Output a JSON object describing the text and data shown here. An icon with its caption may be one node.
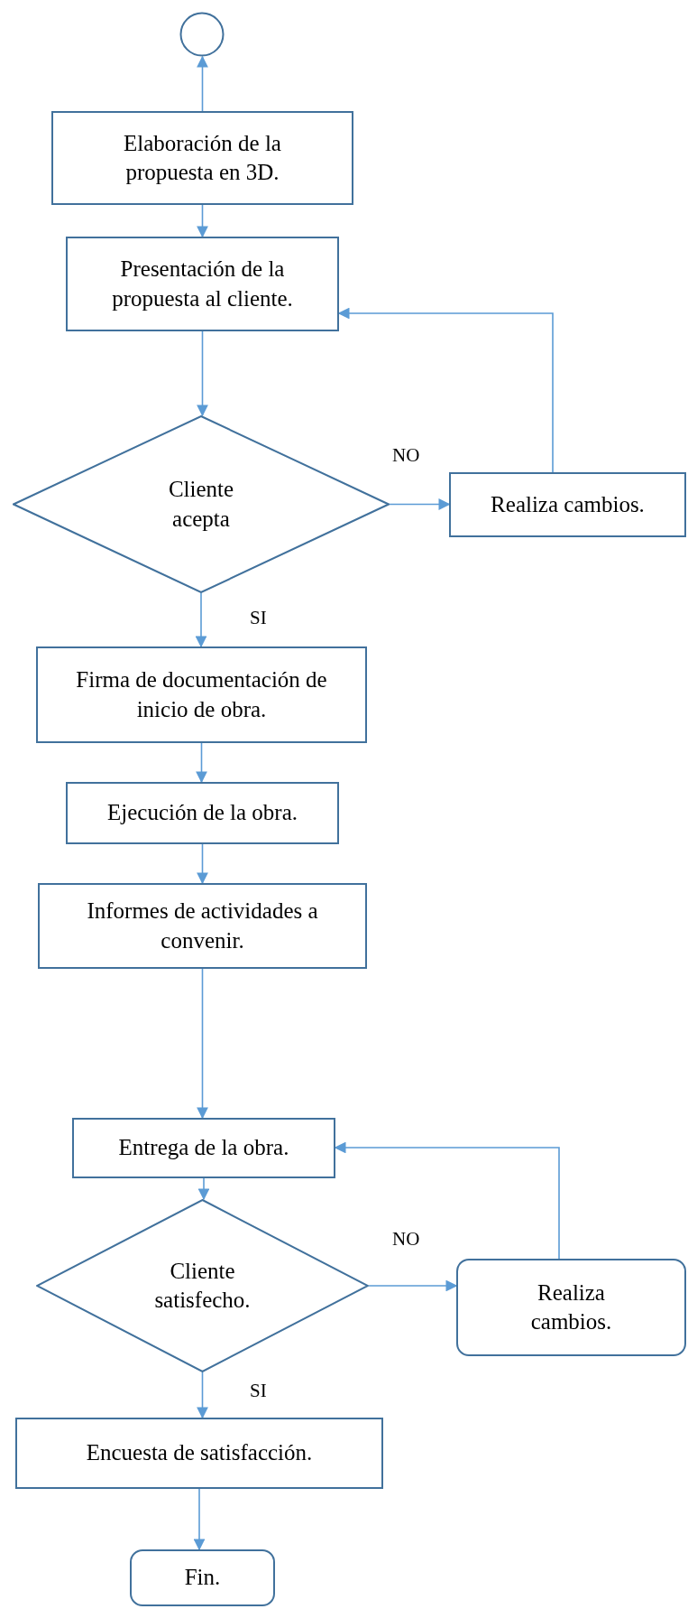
{
  "diagram": {
    "nodes": [
      {
        "text": [],
        "shape": "circle"
      },
      {
        "text": [
          "Elaboración de la propuesta en 3D."
        ]
      },
      {
        "text": [
          "Presentación de la propuesta al cliente."
        ]
      },
      {
        "text": [
          "Cliente acepta"
        ]
      },
      {
        "text": [
          "Realiza cambios."
        ]
      },
      {
        "text": [
          "Firma de documentación de inicio de obra."
        ]
      },
      {
        "text": [
          "Ejecución de la obra."
        ]
      },
      {
        "text": [
          "Informes de actividades a convenir."
        ]
      },
      {
        "text": [
          "Entrega de la obra."
        ]
      },
      {
        "text": [
          "Cliente satisfecho."
        ]
      },
      {
        "text": [
          "Realiza cambios."
        ]
      },
      {
        "text": [
          "Encuesta de satisfacción."
        ]
      },
      {
        "text": [
          "Fin."
        ]
      }
    ],
    "edges": [
      {
        "from": 1,
        "to": 0,
        "arrow": "to"
      },
      {
        "from": 1,
        "to": 2,
        "arrow": "to"
      },
      {
        "from": 2,
        "to": 3,
        "arrow": "to"
      },
      {
        "from": 3,
        "to": 4,
        "arrow": "to",
        "label": "NO"
      },
      {
        "from": 4,
        "to": 2,
        "arrow": "to"
      },
      {
        "from": 3,
        "to": 5,
        "arrow": "to",
        "label": "SI"
      },
      {
        "from": 5,
        "to": 6,
        "arrow": "to"
      },
      {
        "from": 6,
        "to": 7,
        "arrow": "to"
      },
      {
        "from": 7,
        "to": 8,
        "arrow": "to"
      },
      {
        "from": 8,
        "to": 9,
        "arrow": "to"
      },
      {
        "from": 9,
        "to": 10,
        "arrow": "to",
        "label": "NO"
      },
      {
        "from": 10,
        "to": 8,
        "arrow": "to"
      },
      {
        "from": 9,
        "to": 11,
        "arrow": "to",
        "label": "SI"
      },
      {
        "from": 11,
        "to": 12,
        "arrow": "to"
      }
    ]
  }
}
